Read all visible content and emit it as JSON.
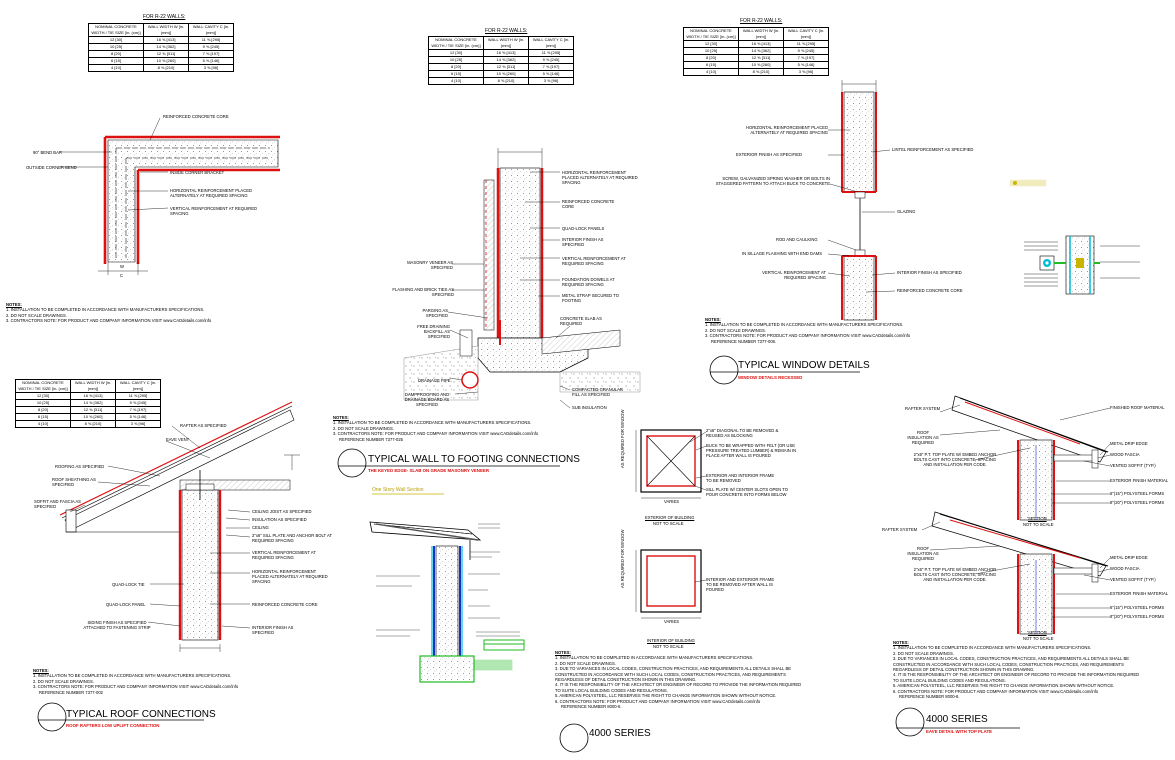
{
  "spec_table": {
    "caption": "FOR R-22 WALLS:",
    "caption_alt": "FOR R-22 WALLS:",
    "headers": [
      "NOMINAL CONCRETE WIDTH / TIE SIZE [in. (cm)]",
      "WALL WIDTH W [in. (mm)]",
      "WALL CAVITY C [in. (mm)]"
    ],
    "rows": [
      [
        "12 [30]",
        "16  ⅝ [413]",
        "11  ⅝ [295]"
      ],
      [
        "10 [25]",
        "14  ⅝ [362]",
        "9  ⅝ [245]"
      ],
      [
        "8 [20]",
        "12  ⅝ [311]",
        "7  ⅝ [197]"
      ],
      [
        "6 [15]",
        "10  ⅝ [260]",
        "5  ⅝ [146]"
      ],
      [
        "4 [10]",
        "8  ⅝ [210]",
        "3  ⅝ [96]"
      ]
    ]
  },
  "corner_detail": {
    "labels": [
      "REINFORCED CONCRETE CORE",
      "90° BEND BAR",
      "OUTSIDE CORNER BEND",
      "INSIDE CORNER BRACKET",
      "HORIZONTAL REINFORCEMENT PLACED ALTERNATELY AT REQUIRED SPACING",
      "VERTICAL REINFORCEMENT AT REQUIRED SPACING"
    ],
    "dims": [
      "W",
      "C"
    ]
  },
  "notes": {
    "heading": "NOTES:",
    "short": [
      "1. INSTALLATION TO BE COMPLETED IN ACCORDANCE WITH MANUFACTURERS SPECIFICATIONS.",
      "2. DO NOT SCALE DRAWINGS.",
      "3. CONTRACTORS NOTE: FOR PRODUCT AND COMPANY INFORMATION VISIT www.CADdetails.com/info"
    ],
    "reference_a": "REFERENCE NUMBER 7377-025",
    "reference_b": "REFERENCE NUMBER 7377-006.",
    "reference_c": "REFERENCE NUMBER 7377-002",
    "long": [
      "1. INSTALLATION TO BE COMPLETED IN ACCORDANCE WITH MANUFACTURERS SPECIFICATIONS.",
      "2. DO NOT SCALE DRAWINGS.",
      "3. DUE TO VARIANCES IN LOCAL CODES, CONSTRUCTION PRACTICES, AND REQUIREMENTS ALL DETAILS SHALL BE CONSTRUCTED IN ACCORDANCE WITH SUCH LOCAL CODES, CONSTRUCTION PRACTICES, AND REQUIREMENTS REGARDLESS OF DETAIL CONSTRUCTION SHOWN IN THIS DRAWING.",
      "4. IT IS THE RESPONSIBILITY OF THE ARCHITECT OR ENGINEER OF RECORD TO PROVIDE THE INFORMATION REQUIRED TO SUITE LOCAL BUILDING CODES AND REGULATIONS.",
      "5. AMERICAN POLYSTEEL, LLC RESERVES THE RIGHT TO CHANGE INFORMATION SHOWN WITHOUT NOTICE.",
      "6. CONTRACTORS NOTE: FOR PRODUCT AND COMPANY INFORMATION VISIT www.CADdetails.com/info"
    ],
    "reference_d": "REFERENCE NUMBER 8000-6.",
    "reference_e": "REFERENCE NUMBER 8000-6."
  },
  "wall_footing": {
    "title": "TYPICAL WALL TO FOOTING CONNECTIONS",
    "subtitle": "THE KEYED EDGE- SLAB ON GRADE MASONRY VENEER",
    "labels_right": [
      "HORIZONTAL REINFORCEMENT PLACED ALTERNATELY AT REQUIRED SPACING",
      "REINFORCED CONCRETE CORE",
      "QUAD-LOCK PANELS",
      "INTERIOR FINISH AS SPECIFIED",
      "VERTICAL REINFORCEMENT AT REQUIRED SPACING",
      "FOUNDATION DOWELS AT REQUIRED SPACING",
      "METAL STRAP SECURED TO FOOTING",
      "CONCRETE SLAB AS REQUIRED",
      "COMPACTED GRANULAR FILL AS SPECIFIED",
      "SUB INSULATION"
    ],
    "labels_left": [
      "MASONRY VENEER AS SPECIFIED",
      "FLASHING AND BRICK TIES AS SPECIFIED",
      "PARGING AS SPECIFIED",
      "FREE DRAINING BACKFILL AS SPECIFIED",
      "DRAINAGE PIPE",
      "DAMPPROOFING AND DRAINAGE BOARD AS SPECIFIED"
    ]
  },
  "window": {
    "title": "TYPICAL WINDOW DETAILS",
    "subtitle": "WINDOW DETAILS RECESSED",
    "labels_left": [
      "HORIZONTAL REINFORCEMENT PLACED ALTERNATELY AT REQUIRED SPACING",
      "EXTERIOR FINISH AS SPECIFIED",
      "SCREW, GALVANIZED SPRING WASHER OR BOLTS IN STAGGERED PATTERN TO ATTACH BUCK TO CONCRETE",
      "ROD AND CAULKING",
      "IN SILLAGE FLASHING WITH END DAMS",
      "VERTICAL REINFORCEMENT AT REQUIRED SPACING"
    ],
    "labels_right": [
      "LINTEL REINFORCEMENT AS SPECIFIED",
      "GLAZING",
      "INTERIOR FINISH AS SPECIFIED",
      "REINFORCED CONCRETE CORE"
    ]
  },
  "roof": {
    "title": "TYPICAL ROOF CONNECTIONS",
    "subtitle": "ROOF RAFTERS LOW UPLIFT CONNECTION",
    "labels_left": [
      "ROOFING AS SPECIFIED",
      "ROOF SHEATHING AS SPECIFIED",
      "SOFFIT AND FASCIA AS SPECIFIED",
      "QUAD-LOCK TIE",
      "QUAD-LOCK PANEL",
      "SIDING FINISH AS SPECIFIED ATTACHED TO FASTENING STRIP"
    ],
    "labels_right": [
      "RAFTER AS SPECIFIED",
      "EAVE VENT",
      "CEILING JOIST AS SPECIFIED",
      "INSULATION AS SPECIFIED",
      "CEILING",
      "2\"x6\" SILL PLATE AND ANCHOR BOLT AT REQUIRED SPACING",
      "VERTICAL REINFORCEMENT AT REQUIRED SPACING",
      "HORIZONTAL REINFORCEMENT PLACED ALTERNATELY AT REQUIRED SPACING",
      "REINFORCED CONCRETE CORE",
      "INTERIOR FINISH AS SPECIFIED"
    ]
  },
  "one_story": {
    "label": "One Story Wall Section"
  },
  "buck": {
    "labels": [
      "2\"x6\" DIAGONAL TO BE REMOVED & REUSED AS BLOCKING",
      "BUCK TO BE WRAPPED WITH FELT (OR USE PRESSURE TREATED LUMBER) & REMAIN IN PLACE AFTER WALL IS POURED",
      "EXTERIOR AND INTERIOR FRAME TO BE REMOVED",
      "SILL PLATE W/ CENTER SLOTS OPEN TO POUR CONCRETE INTO FORMS BELOW",
      "INTERIOR AND EXTERIOR FRAME TO BE REMOVED AFTER WALL IS POURED"
    ],
    "side_label": "AS REQUIRED FOR WINDOW",
    "dim": "VARIES",
    "caption_top": "EXTERIOR OF BUILDING",
    "caption_top_sub": "NOT TO SCALE",
    "caption_bottom": "INTERIOR OF BUILDING",
    "caption_bottom_sub": "NOT TO SCALE"
  },
  "eave": {
    "labels_left": [
      "RAFTER SYSTEM",
      "ROOF INSULATION AS REQUIRED",
      "2\"x6\" P.T. TOP PLATE W/ EMBED ANCHOR BOLTS CAST INTO CONCRETE, SPACING AND INSTALLATION PER CODE."
    ],
    "labels_right": [
      "FINISHED ROOF MATERIAL",
      "METAL DRIP EDGE",
      "WOOD FASCIA",
      "VENTED SOFFIT (TYP.)",
      "EXTERIOR FINISH MATERIAL",
      "6\"(15\") POLYSTEEL FORMS",
      "8\"(20\") POLYSTEEL FORMS"
    ],
    "section": "SECTION",
    "nts": "NOT TO SCALE"
  },
  "series": {
    "title": "4000 SERIES",
    "subtitle_right": "EAVE DETAIL WITH TOP PLATE"
  },
  "colors": {
    "red": "#dd1111",
    "yellow": "#c9b400",
    "green": "#22bb22",
    "cyan": "#00bcd4",
    "blue": "#1133cc"
  },
  "icons": [
    "drainage-pipe-icon",
    "title-circle-icon"
  ]
}
